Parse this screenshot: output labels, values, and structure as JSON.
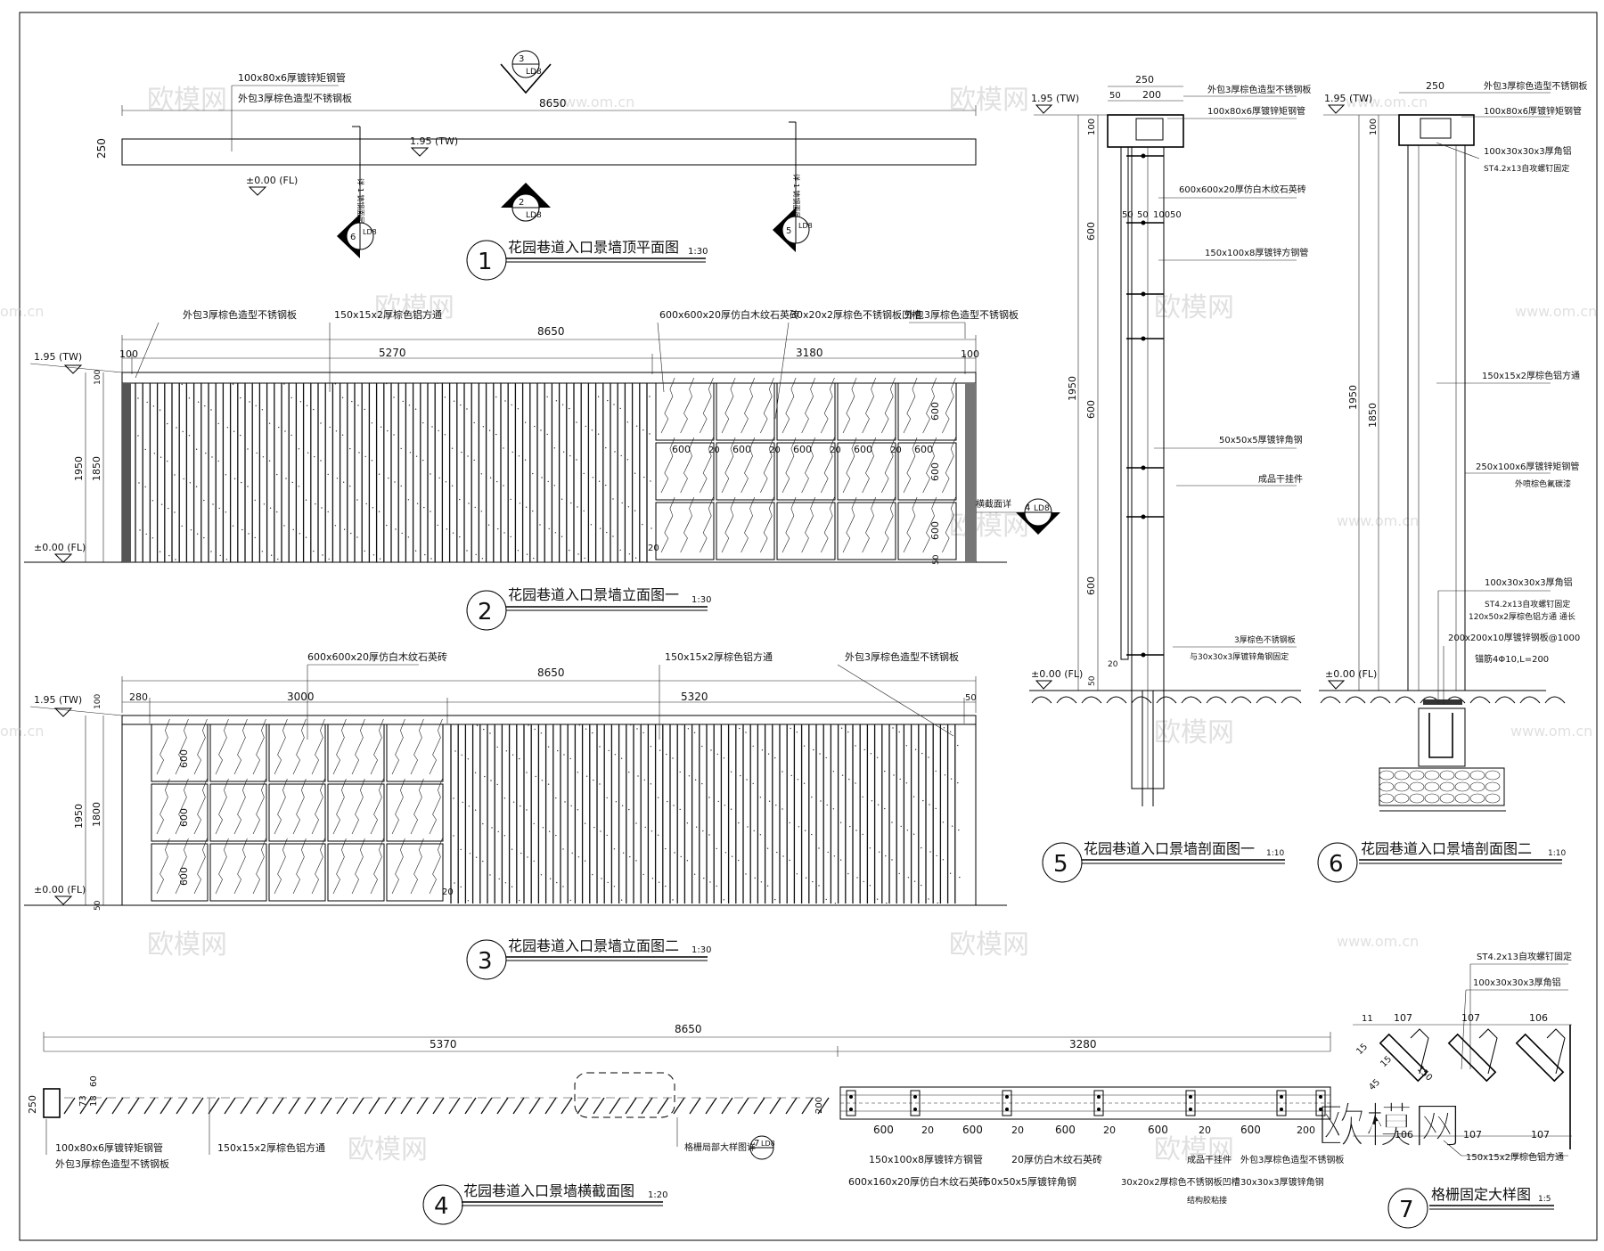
{
  "watermark": {
    "brand": "欧模网",
    "site": "www.om.cn",
    "site_short": "om.cn"
  },
  "levels": {
    "top": "1.95 (TW)",
    "floor": "±0.00 (FL)"
  },
  "view1": {
    "num": "1",
    "title": "花园巷道入口景墙顶平面图",
    "scale": "1:30",
    "overall": "8650",
    "thickness": "250",
    "labels": [
      "100x80x6厚镀锌矩钢管",
      "外包3厚棕色造型不锈钢板"
    ],
    "sec_a": "3",
    "sec_b": "2",
    "sec_c": "6",
    "sec_d": "5",
    "sheet": "LD8",
    "side_label": "详-1 铸钢面层"
  },
  "view2": {
    "num": "2",
    "title": "花园巷道入口景墙立面图一",
    "scale": "1:30",
    "labels": [
      "外包3厚棕色造型不锈钢板",
      "150x15x2厚棕色铝方通",
      "600x600x20厚仿白木纹石英砖",
      "30x20x2厚棕色不锈钢板凹槽",
      "外包3厚棕色造型不锈钢板"
    ],
    "overall": "8650",
    "segs": [
      "100",
      "5270",
      "3180",
      "100"
    ],
    "h_total": "1950",
    "h_main": "1850",
    "h_top": "100",
    "tile_w": [
      "600",
      "20",
      "600",
      "20",
      "600",
      "20",
      "600",
      "20",
      "600"
    ],
    "tile_h": [
      "600",
      "600",
      "600"
    ],
    "bottom": [
      "20",
      "50"
    ],
    "sec_num": "4",
    "sec_label": "横截面详"
  },
  "view3": {
    "num": "3",
    "title": "花园巷道入口景墙立面图二",
    "scale": "1:30",
    "labels": [
      "600x600x20厚仿白木纹石英砖",
      "150x15x2厚棕色铝方通",
      "外包3厚棕色造型不锈钢板"
    ],
    "overall": "8650",
    "segs": [
      "280",
      "3000",
      "5320",
      "50"
    ],
    "h_total": "1950",
    "h_main": "1800",
    "h_top": "100",
    "h_bot": "50",
    "tile_h": [
      "600",
      "600",
      "600"
    ],
    "gap": "20"
  },
  "view4": {
    "num": "4",
    "title": "花园巷道入口景墙横截面图",
    "scale": "1:20",
    "overall": "8650",
    "seg_left": "5370",
    "seg_right": "3280",
    "left_dims": [
      "250",
      "60",
      "73",
      "18"
    ],
    "dim200": "200",
    "tile_dims": [
      "600",
      "20",
      "600",
      "20",
      "600",
      "20",
      "600",
      "20",
      "600",
      "200"
    ],
    "detail_ref": "格栅局部大样图详",
    "detail_num": "7",
    "labels_left": [
      "100x80x6厚镀锌矩钢管",
      "外包3厚棕色造型不锈钢板",
      "150x15x2厚棕色铝方通"
    ],
    "labels_right": [
      "150x100x8厚镀锌方钢管",
      "600x160x20厚仿白木纹石英砖",
      "20厚仿白木纹石英砖",
      "50x50x5厚镀锌角钢",
      "成品干挂件",
      "30x20x2厚棕色不锈钢板凹槽",
      "结构胶粘接",
      "外包3厚棕色造型不锈钢板",
      "30x30x3厚镀锌角钢"
    ]
  },
  "view5": {
    "num": "5",
    "title": "花园巷道入口景墙剖面图一",
    "scale": "1:10",
    "top_dims": [
      "250",
      "50",
      "200"
    ],
    "mid_dims": [
      "50",
      "50",
      "100",
      "50"
    ],
    "h_dims": [
      "100",
      "600",
      "600",
      "600",
      "50",
      "20"
    ],
    "h_total": "1950",
    "labels": [
      "外包3厚棕色造型不锈钢板",
      "100x80x6厚镀锌矩钢管",
      "600x600x20厚仿白木纹石英砖",
      "150x100x8厚镀锌方钢管",
      "50x50x5厚镀锌角钢",
      "成品干挂件",
      "3厚棕色不锈钢板",
      "与30x30x3厚镀锌角钢固定"
    ]
  },
  "view6": {
    "num": "6",
    "title": "花园巷道入口景墙剖面图二",
    "scale": "1:10",
    "top_dim": "250",
    "h_dims": [
      "100",
      "1850"
    ],
    "h_total": "1950",
    "labels": [
      "外包3厚棕色造型不锈钢板",
      "100x80x6厚镀锌矩钢管",
      "100x30x30x3厚角铝",
      "ST4.2x13自攻螺钉固定",
      "150x15x2厚棕色铝方通",
      "250x100x6厚镀锌矩钢管",
      "外喷棕色氟碳漆",
      "100x30x30x3厚角铝",
      "ST4.2x13自攻螺钉固定",
      "120x50x2厚棕色铝方通 通长",
      "200x200x10厚镀锌钢板@1000",
      "锚筋4Φ10,L=200"
    ]
  },
  "view7": {
    "num": "7",
    "title": "格栅固定大样图",
    "scale": "1:5",
    "dims_top": [
      "11",
      "107",
      "107",
      "106"
    ],
    "dims_bot": [
      "106",
      "107",
      "107"
    ],
    "dims_side": [
      "15",
      "15",
      "45",
      "150"
    ],
    "labels": [
      "ST4.2x13自攻螺钉固定",
      "100x30x30x3厚角铝",
      "150x15x2厚棕色铝方通"
    ]
  }
}
